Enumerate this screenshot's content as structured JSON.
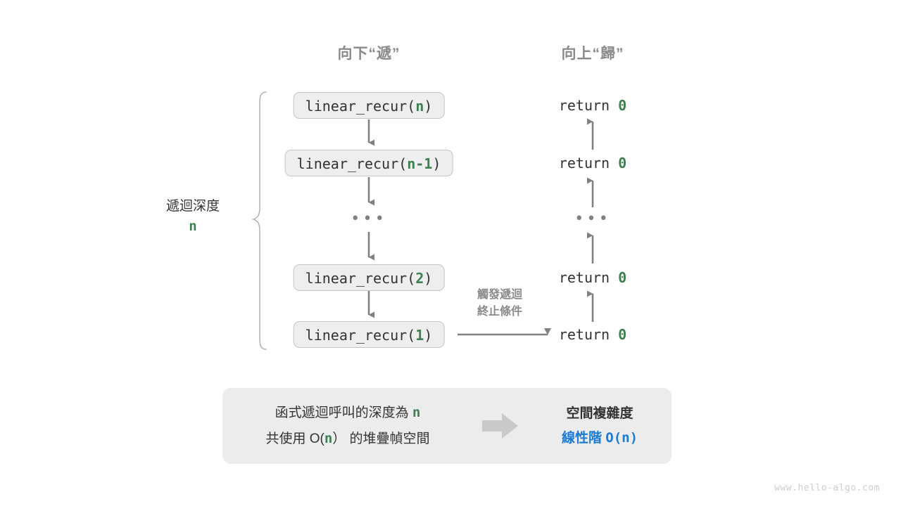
{
  "headers": {
    "down": "向下“遞”",
    "up": "向上“歸”"
  },
  "depth": {
    "title": "遞迴深度",
    "symbol": "n"
  },
  "mid_note": {
    "line1": "觸發遞迴",
    "line2": "終止條件"
  },
  "call_stack": [
    {
      "prefix": "linear_recur(",
      "arg": "n",
      "suffix": ")"
    },
    {
      "prefix": "linear_recur(",
      "arg": "n-1",
      "suffix": ")"
    },
    {
      "ellipsis": "•••"
    },
    {
      "prefix": "linear_recur(",
      "arg": "2",
      "suffix": ")"
    },
    {
      "prefix": "linear_recur(",
      "arg": "1",
      "suffix": ")"
    }
  ],
  "returns": [
    {
      "keyword": "return",
      "value": "0"
    },
    {
      "keyword": "return",
      "value": "0"
    },
    {
      "ellipsis": "•••"
    },
    {
      "keyword": "return",
      "value": "0"
    },
    {
      "keyword": "return",
      "value": "0"
    }
  ],
  "summary": {
    "left_line1_text": "函式遞迴呼叫的深度為 ",
    "left_line1_sym": "n",
    "left_line2_pre": "共使用 O(",
    "left_line2_sym": "n",
    "left_line2_post": "） 的堆疊幀空間",
    "arrow": "right-arrow-icon",
    "right_head": "空間複雜度",
    "right_result_text": "線性階 ",
    "right_result_mono": "O(n)"
  },
  "watermark": "www.hello-algo.com",
  "colors": {
    "accent_green": "#3d7f4e",
    "accent_blue": "#1a7ad4",
    "text_dark": "#333333",
    "muted_gray": "#8a8a8a",
    "line_gray": "#808080",
    "box_fill": "#eeeeee",
    "box_border": "#c4c4c4",
    "panel_fill": "#ececec",
    "watermark_gray": "#cdcdcd"
  }
}
